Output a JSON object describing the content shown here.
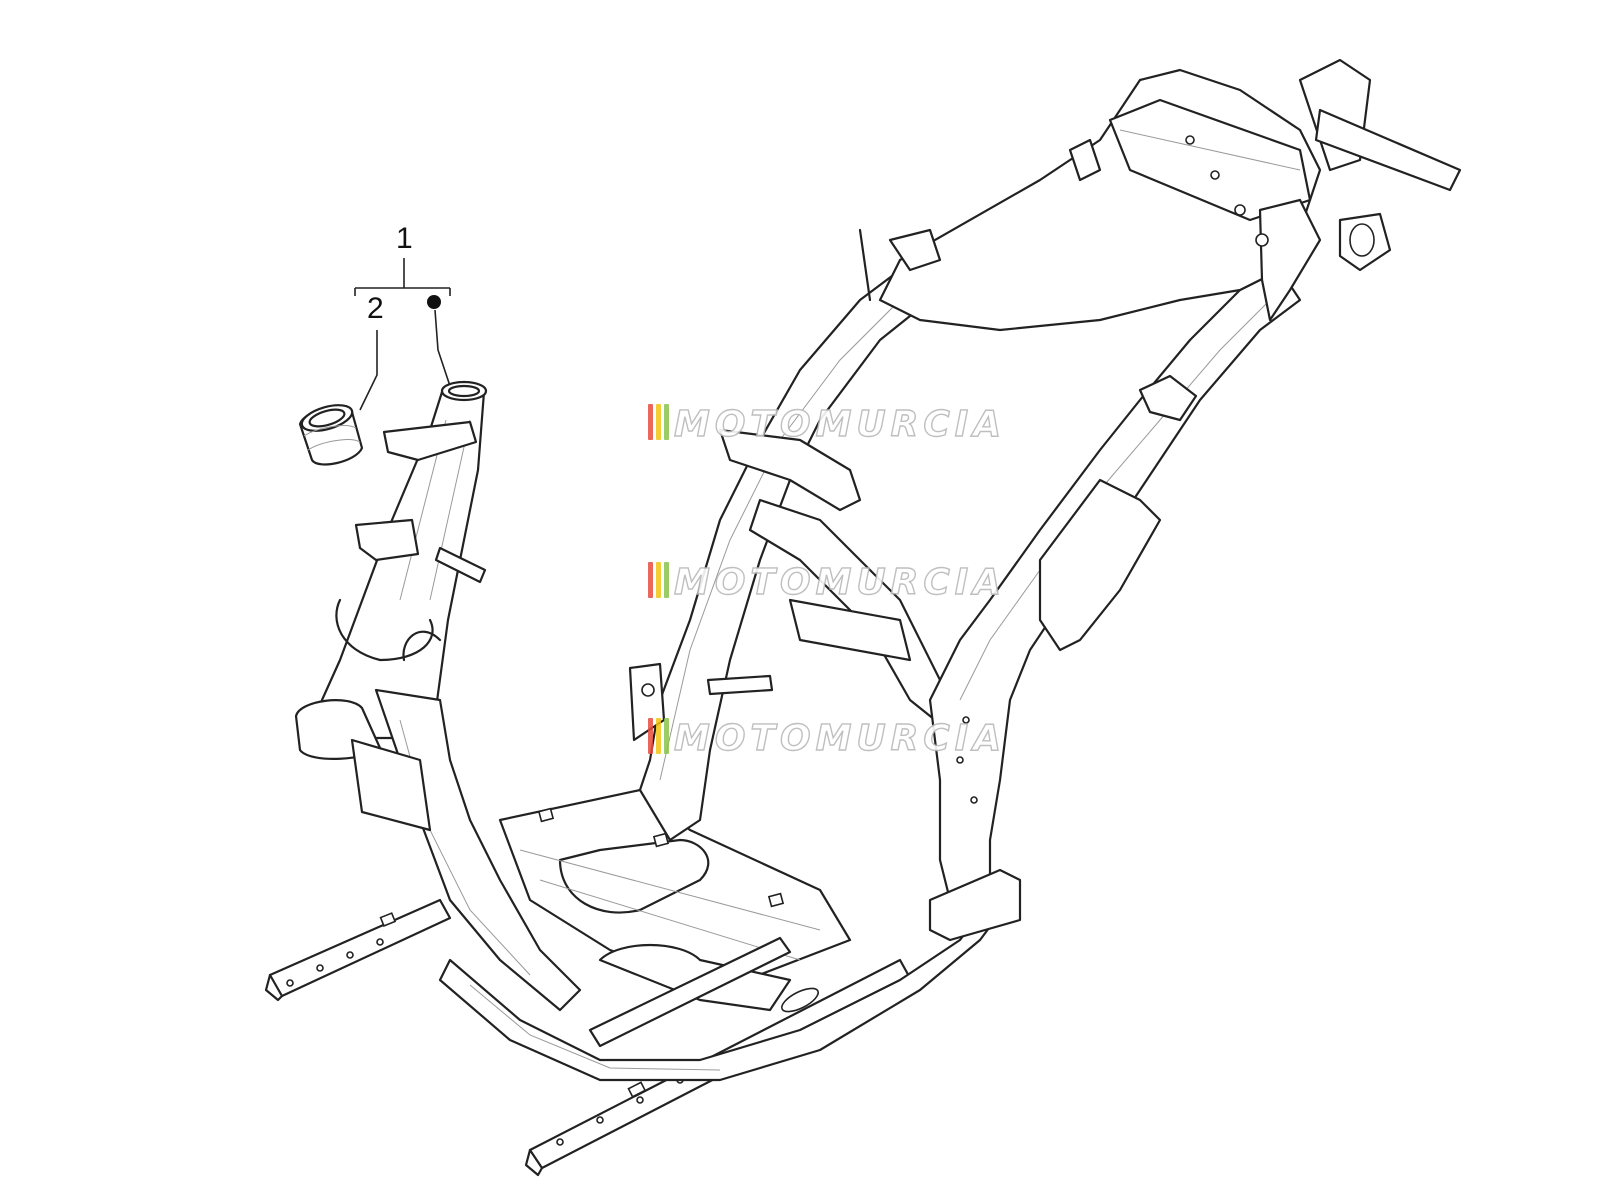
{
  "callouts": {
    "group_label": "1",
    "item_label": "2"
  },
  "watermark": {
    "text": "MOTOMURCIA",
    "stripe_colors": [
      "#e74c3c",
      "#f1c40f",
      "#8bc34a"
    ]
  },
  "colors": {
    "line": "#222222",
    "detail": "#9a9a9a",
    "background": "#ffffff"
  }
}
